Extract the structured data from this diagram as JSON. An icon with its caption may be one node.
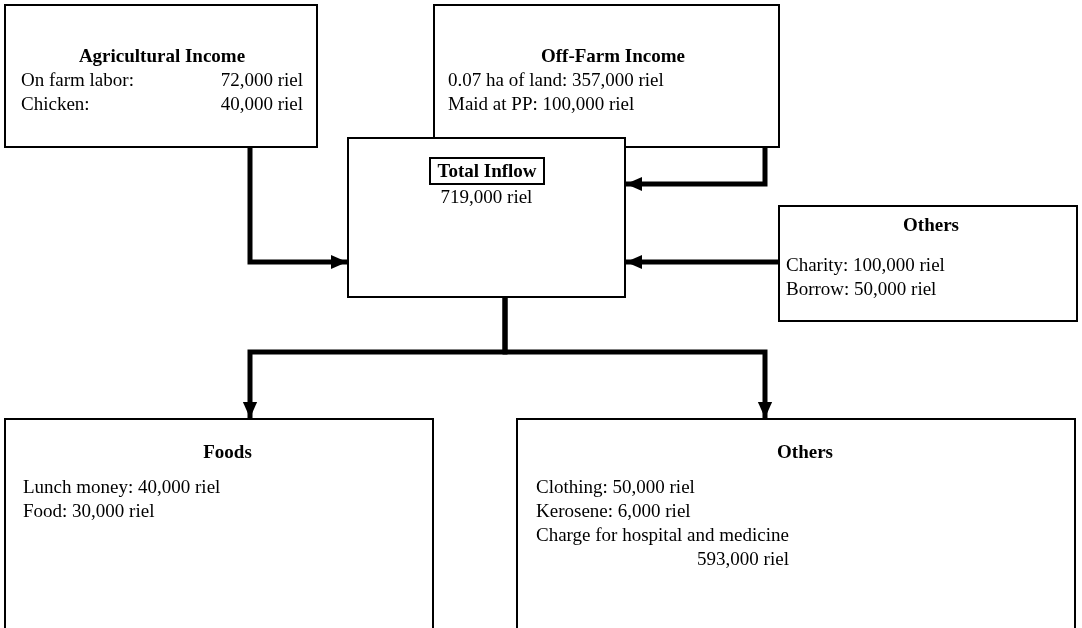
{
  "diagram": {
    "nodes": [
      {
        "text": [
          "Agricultural Income",
          "On farm labor:",
          "72,000 riel",
          "Chicken:",
          "40,000 riel"
        ]
      },
      {
        "text": [
          "Off-Farm Income",
          "0.07 ha of land: 357,000 riel",
          "Maid at PP: 100,000 riel"
        ]
      },
      {
        "text": [
          "719,000 riel"
        ]
      },
      {
        "text": [
          "Total Inflow"
        ],
        "in": 2
      },
      {
        "text": [
          "Others",
          "Charity: 100,000 riel",
          "Borrow: 50,000 riel"
        ]
      },
      {
        "text": [
          "Foods",
          "Lunch money: 40,000 riel",
          "Food: 30,000 riel"
        ]
      },
      {
        "text": [
          "Others",
          "Clothing: 50,000 riel",
          "Kerosene: 6,000 riel",
          "Charge for hospital and medicine",
          "593,000 riel"
        ]
      }
    ],
    "edges": [
      {
        "from": 0,
        "to": 2,
        "arrow": "to"
      },
      {
        "from": 1,
        "to": 2,
        "arrow": "to"
      },
      {
        "from": 4,
        "to": 2,
        "arrow": "to"
      },
      {
        "from": 2,
        "to": 5,
        "arrow": "to"
      },
      {
        "from": 2,
        "to": 6,
        "arrow": "to"
      }
    ]
  }
}
